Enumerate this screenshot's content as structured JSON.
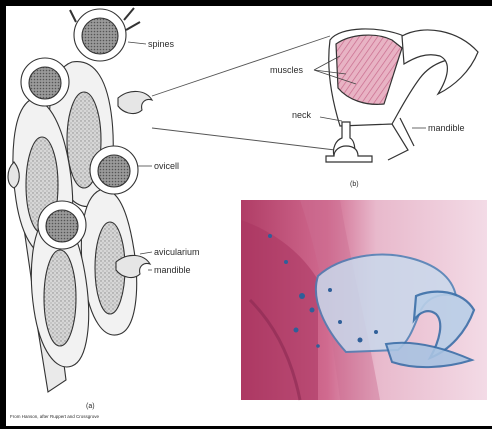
{
  "panel_a": {
    "labels": {
      "spines": "spines",
      "ovicell": "ovicell",
      "avicularium": "avicularium",
      "mandible": "mandible"
    },
    "caption": "(a)",
    "credit": "From Hanson, after Ruppert and Crossgrove"
  },
  "panel_b": {
    "labels": {
      "muscles": "muscles",
      "neck": "neck",
      "mandible": "mandible"
    },
    "caption": "(b)"
  },
  "colors": {
    "background": "#000000",
    "figure_bg": "#ffffff",
    "line": "#333333",
    "muscle": "#d98aa4",
    "stain_pink": "#c0577a",
    "stain_blue": "#4a7fb5"
  }
}
